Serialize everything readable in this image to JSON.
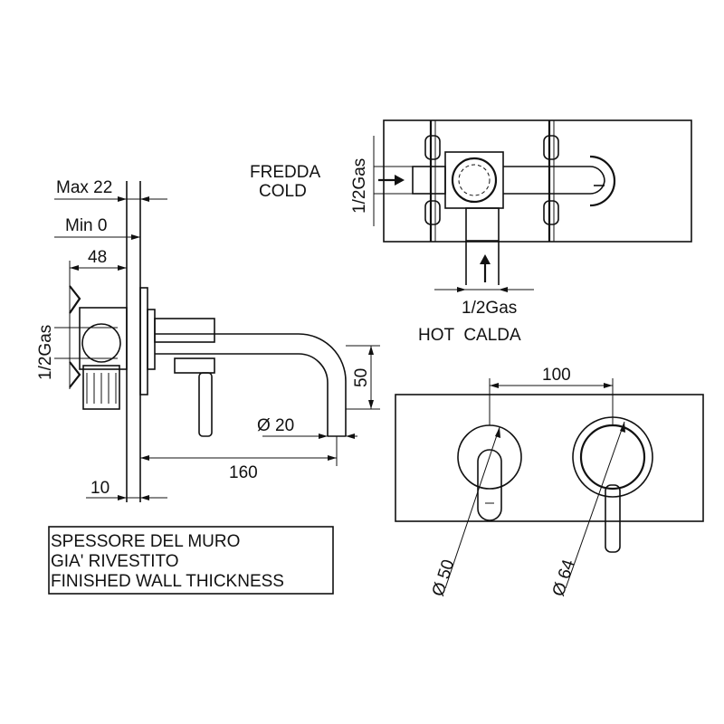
{
  "side_view": {
    "max_label": "Max 22",
    "min_label": "Min 0",
    "dim_48": "48",
    "gas_label": "1/2Gas",
    "dim_50": "50",
    "dia_20": "Ø 20",
    "dim_160": "160",
    "dim_10": "10"
  },
  "rear_view": {
    "cold_it": "FREDDA",
    "cold_en": "COLD",
    "gas_left": "1/2Gas",
    "gas_bottom": "1/2Gas",
    "hot_label": "HOT  CALDA"
  },
  "front_view": {
    "dim_100": "100",
    "dia_50": "Ø 50",
    "dia_64": "Ø 64"
  },
  "note": {
    "line1": "SPESSORE DEL MURO",
    "line2": "GIA' RIVESTITO",
    "line3": "FINISHED WALL THICKNESS"
  }
}
